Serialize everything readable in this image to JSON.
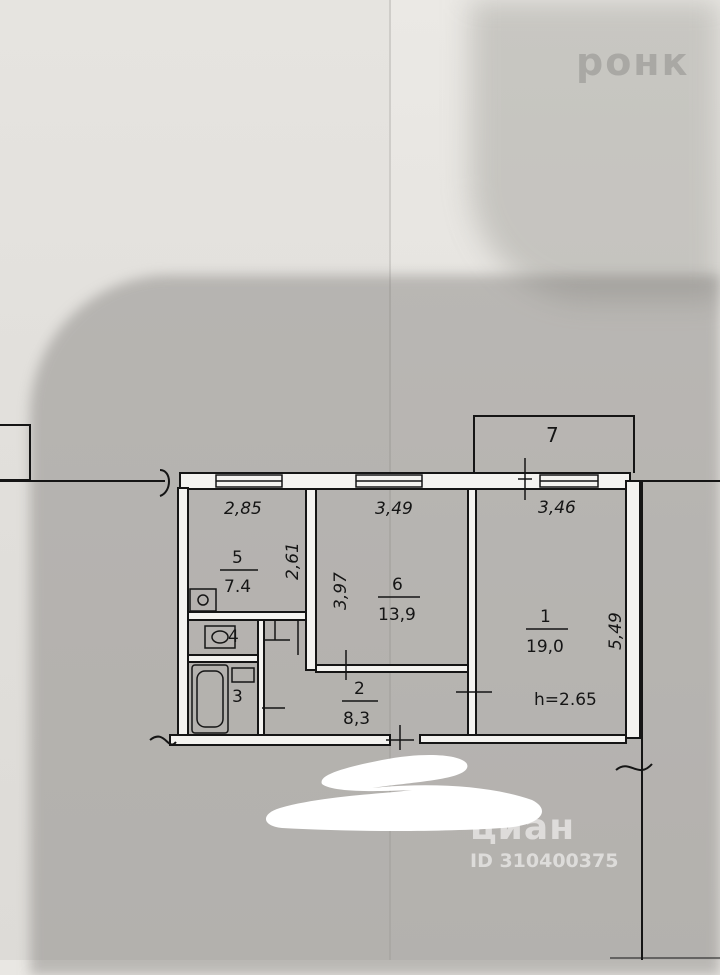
{
  "plan": {
    "rooms": [
      {
        "number": "1",
        "area": "19,0"
      },
      {
        "number": "2",
        "area": "8,3"
      },
      {
        "number": "3",
        "area": ""
      },
      {
        "number": "4",
        "area": ""
      },
      {
        "number": "5",
        "area": "7.4"
      },
      {
        "number": "6",
        "area": "13,9"
      },
      {
        "number": "7",
        "area": ""
      }
    ],
    "dimensions": {
      "top_room5": "2,85",
      "top_room6": "3,49",
      "top_room1": "3,46",
      "side_room5": "2,61",
      "side_room6": "3,97",
      "side_room1": "5,49"
    },
    "ceiling_height": "h=2.65"
  },
  "background_text": "ронк",
  "watermark": {
    "logo": "циан",
    "listing_id": "ID 310400375"
  },
  "colors": {
    "line": "#151515",
    "paper": "#e9e7e3",
    "watermark": "#ffffff"
  }
}
